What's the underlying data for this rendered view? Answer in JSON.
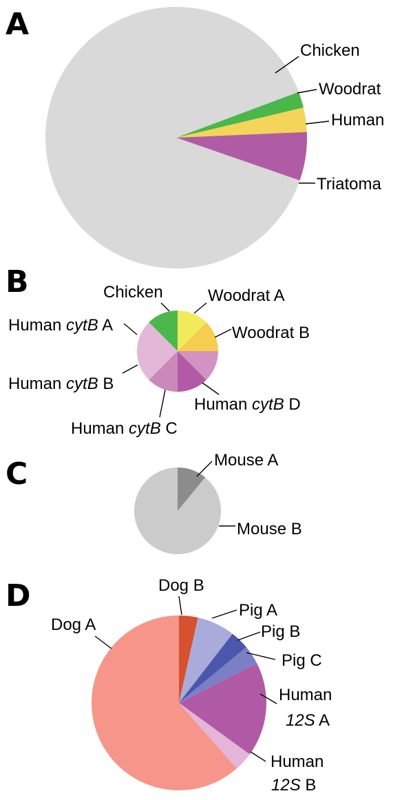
{
  "chart_data": [
    {
      "type": "pie",
      "panel": "A",
      "slices": [
        {
          "label": "Chicken",
          "value": 2,
          "color": "#49b749"
        },
        {
          "label": "Woodrat",
          "value": 3,
          "color": "#f5d45a"
        },
        {
          "label": "Human",
          "value": 6,
          "color": "#b05ca4"
        },
        {
          "label": "Triatoma",
          "value": 89,
          "color": "#d9d9d9"
        }
      ]
    },
    {
      "type": "pie",
      "panel": "B",
      "slices": [
        {
          "label": "Chicken",
          "label_parts": [
            "Chicken"
          ],
          "value": 12.5,
          "color": "#4cb84c"
        },
        {
          "label": "Woodrat A",
          "label_parts": [
            "Woodrat A"
          ],
          "value": 12.5,
          "color": "#f2ea5d"
        },
        {
          "label": "Woodrat B",
          "label_parts": [
            "Woodrat B"
          ],
          "value": 12.5,
          "color": "#f6ce4f"
        },
        {
          "label": "Human cytB D",
          "label_parts": [
            "Human ",
            "cytB",
            " D"
          ],
          "value": 12.5,
          "color": "#d293c3"
        },
        {
          "label": "Human cytB C",
          "label_parts": [
            "Human ",
            "cytB",
            " C"
          ],
          "value": 12.5,
          "color": "#b35aa7"
        },
        {
          "label": "Human cytB B",
          "label_parts": [
            "Human ",
            "cytB",
            " B"
          ],
          "value": 12.5,
          "color": "#c98ab9"
        },
        {
          "label": "Human cytB A",
          "label_parts": [
            "Human ",
            "cytB",
            " A"
          ],
          "value": 25,
          "color": "#e3b7d8"
        }
      ]
    },
    {
      "type": "pie",
      "panel": "C",
      "slices": [
        {
          "label": "Mouse A",
          "value": 11,
          "color": "#8c8c8c"
        },
        {
          "label": "Mouse B",
          "value": 89,
          "color": "#cbcbcb"
        }
      ]
    },
    {
      "type": "pie",
      "panel": "D",
      "slices": [
        {
          "label": "Dog B",
          "label_parts": [
            "Dog B"
          ],
          "value": 3.5,
          "color": "#d6512d"
        },
        {
          "label": "Pig A",
          "label_parts": [
            "Pig A"
          ],
          "value": 7,
          "color": "#a9abdb"
        },
        {
          "label": "Pig B",
          "label_parts": [
            "Pig B"
          ],
          "value": 3.5,
          "color": "#4a57ad"
        },
        {
          "label": "Pig C",
          "label_parts": [
            "Pig C"
          ],
          "value": 3.5,
          "color": "#7b7fc6"
        },
        {
          "label": "Human 12S A",
          "label_parts": [
            "Human",
            "12S",
            " A"
          ],
          "value": 17.5,
          "color": "#b05aa6"
        },
        {
          "label": "Human 12S B",
          "label_parts": [
            "Human",
            "12S",
            " B"
          ],
          "value": 3.5,
          "color": "#e4b4d9"
        },
        {
          "label": "Dog A",
          "label_parts": [
            "Dog A"
          ],
          "value": 61.5,
          "color": "#f6968a"
        }
      ]
    }
  ]
}
